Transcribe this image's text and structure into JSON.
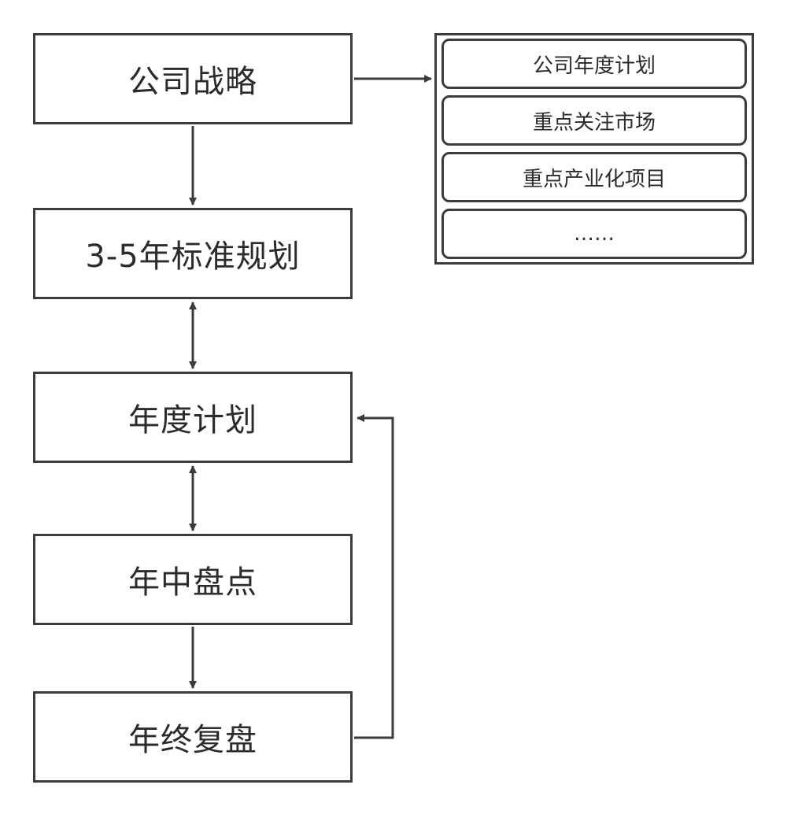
{
  "flow": {
    "steps": [
      "公司战略",
      "3-5年标准规划",
      "年度计划",
      "年中盘点",
      "年终复盘"
    ]
  },
  "focus_panel": {
    "items": [
      "公司年度计划",
      "重点关注市场",
      "重点产业化项目",
      "……"
    ]
  },
  "colors": {
    "stroke": "#3b3b3b",
    "text": "#2b2b2b",
    "background": "#ffffff"
  }
}
